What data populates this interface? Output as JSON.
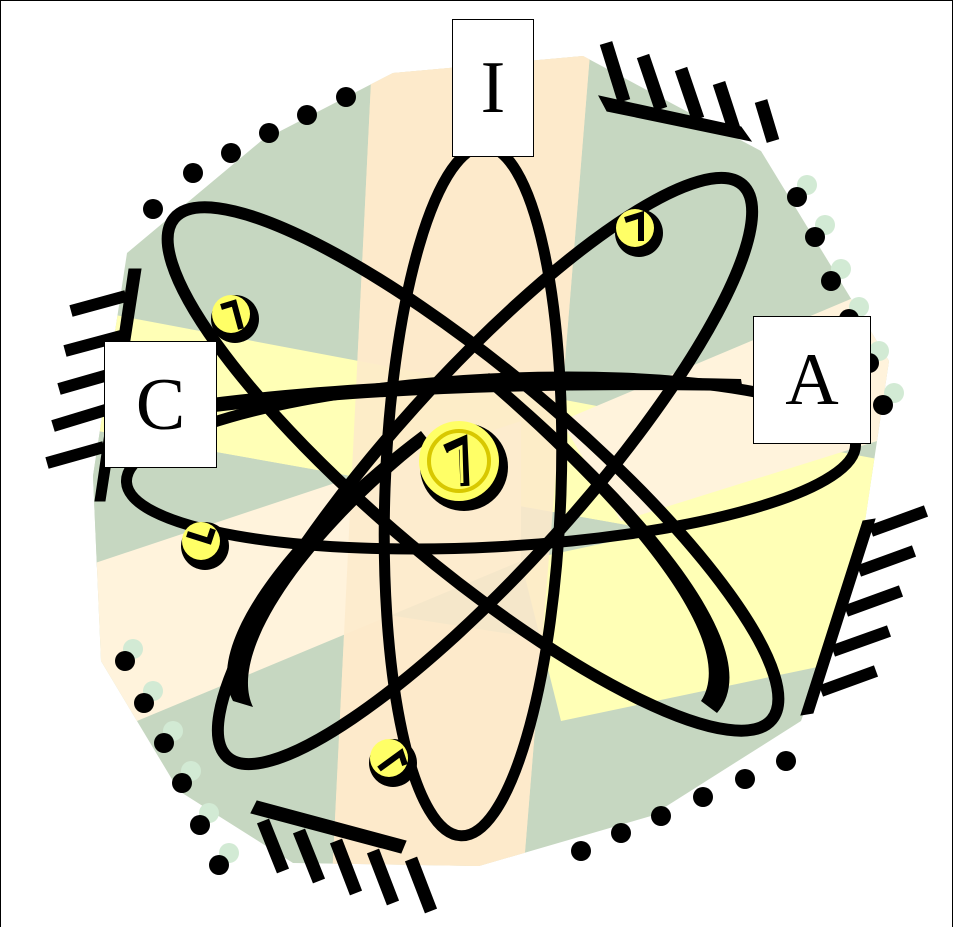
{
  "labels": {
    "top": "I",
    "left": "C",
    "right": "A"
  },
  "icons": {
    "nucleus": "digit-one-coin",
    "electron": "digit-one-coin",
    "hatch": "hatched-ground-bar",
    "dots": "dotted-arc"
  },
  "colors": {
    "sage": "#c6d7c1",
    "peach": "#fdeacb",
    "cream": "#fff3dc",
    "lemon": "#ffffb6",
    "coin": "#ffff66",
    "coin_dark": "#d8c800",
    "ink": "#000000",
    "mint_dot": "#d2ead4"
  }
}
